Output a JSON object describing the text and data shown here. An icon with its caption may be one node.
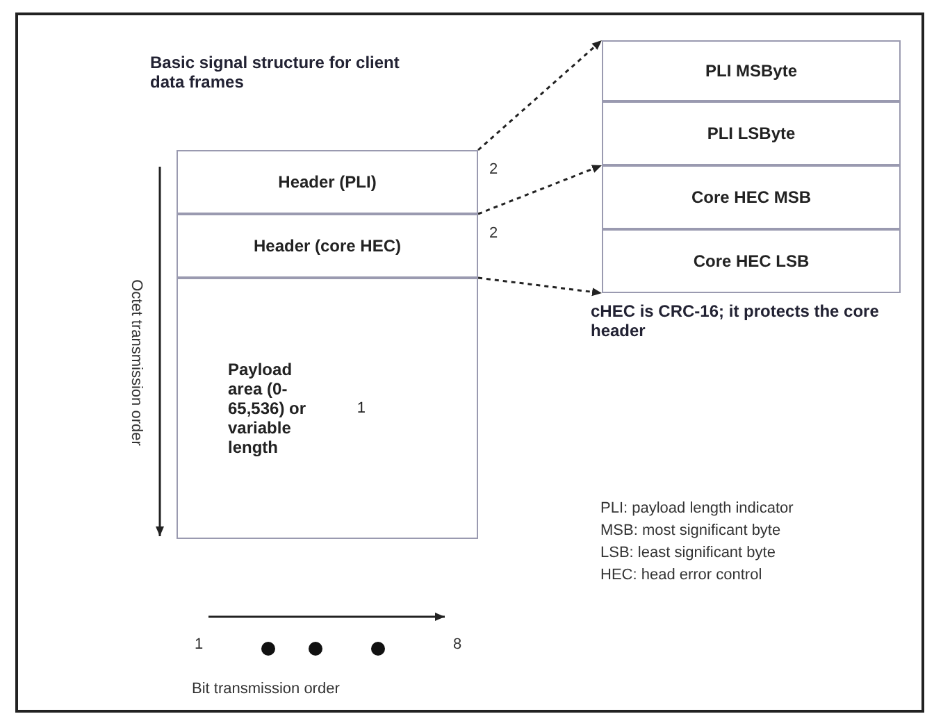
{
  "diagram": {
    "title": "Basic signal structure for client data frames",
    "nodes": [
      {
        "text": [
          "Header (PLI)"
        ],
        "beside": [
          "2"
        ]
      },
      {
        "text": [
          "Header (core HEC)"
        ],
        "beside": [
          "2"
        ]
      },
      {
        "text": [
          "Payload area (0-65,536) or variable length",
          "1"
        ]
      },
      {
        "text": [
          "PLI MSByte"
        ]
      },
      {
        "text": [
          "PLI LSByte"
        ]
      },
      {
        "text": [
          "Core HEC MSB"
        ]
      },
      {
        "text": [
          "Core HEC LSB"
        ]
      }
    ],
    "edges": [
      {
        "from": 0,
        "to": 3,
        "arrow": "to",
        "style": "dashed"
      },
      {
        "from": 1,
        "to": 5,
        "arrow": "to",
        "style": "dashed"
      },
      {
        "from": 1,
        "to": 6,
        "arrow": "to",
        "style": "dashed"
      }
    ],
    "labels": [
      "cHEC is CRC-16; it protects the core header",
      "Octet transmission order",
      "1",
      "8",
      "Bit transmission order",
      "PLI: payload length indicator",
      "MSB: most significant byte",
      "LSB: least significant byte",
      "HEC: head error control"
    ]
  }
}
